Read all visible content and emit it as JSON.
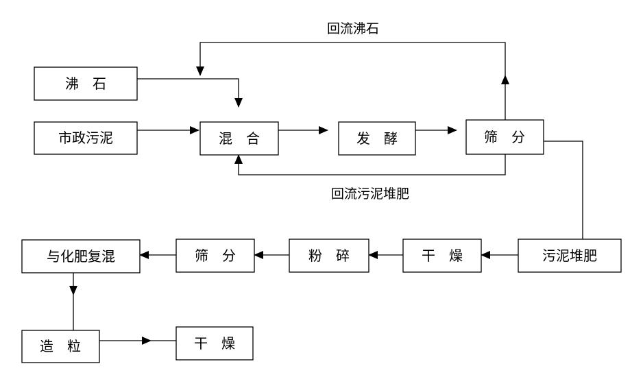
{
  "nodes": {
    "zeolite": "沸　石",
    "municipal_sludge": "市政污泥",
    "mixing": "混　合",
    "fermentation": "发　酵",
    "screening_1": "筛　分",
    "sludge_compost": "污泥堆肥",
    "drying_1": "干　燥",
    "crushing": "粉　碎",
    "screening_2": "筛　分",
    "fertilizer_remix": "与化肥复混",
    "granulation": "造　粒",
    "drying_2": "干　燥"
  },
  "labels": {
    "return_zeolite": "回流沸石",
    "return_compost": "回流污泥堆肥"
  }
}
